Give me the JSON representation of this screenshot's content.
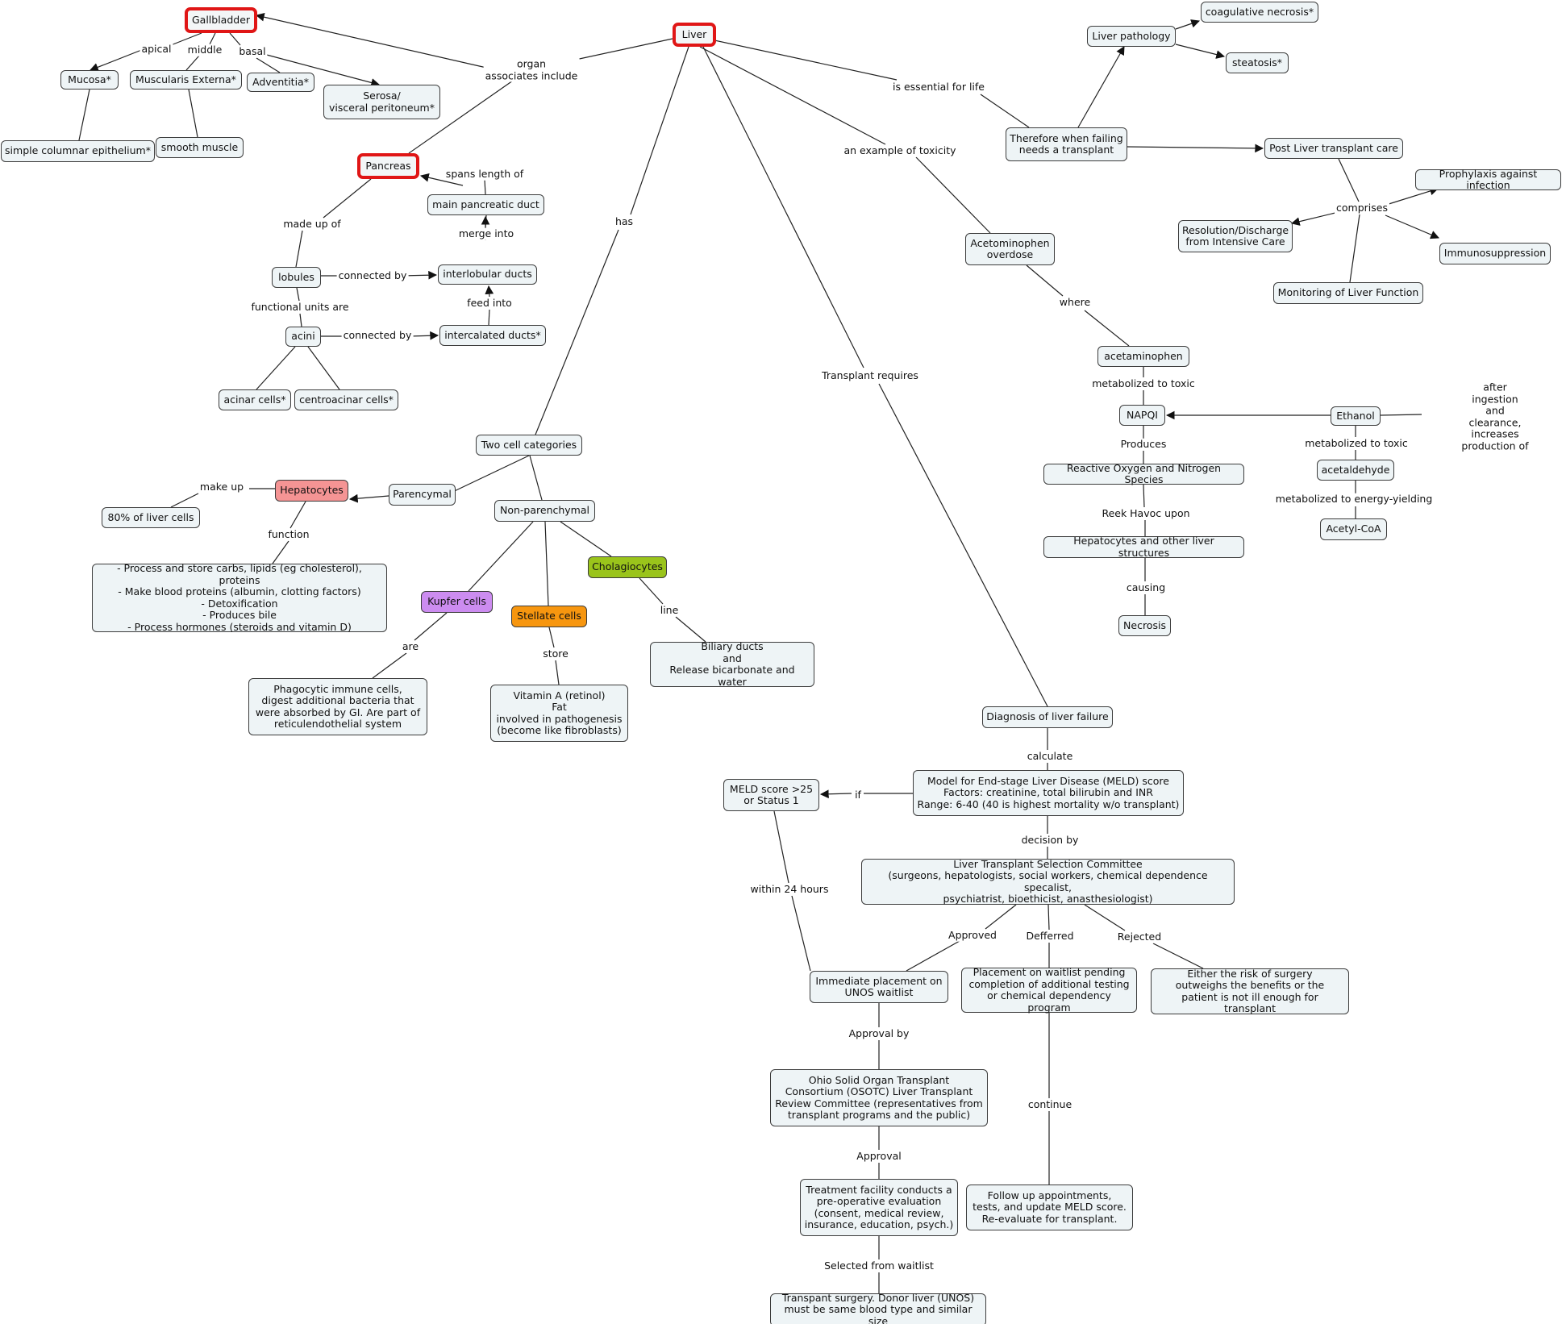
{
  "nodes": {
    "gallbladder": "Gallbladder",
    "liver": "Liver",
    "mucosa": "Mucosa*",
    "muscularis": "Muscularis Externa*",
    "adventitia": "Adventitia*",
    "serosa": "Serosa/\nvisceral peritoneum*",
    "simple_columnar": "simple columnar epithelium*",
    "smooth_muscle": "smooth muscle",
    "pancreas": "Pancreas",
    "main_duct": "main pancreatic duct",
    "lobules": "lobules",
    "interlobular": "interlobular ducts",
    "acini": "acini",
    "intercalated": "intercalated ducts*",
    "acinar": "acinar cells*",
    "centroacinar": "centroacinar cells*",
    "liver_pathology": "Liver pathology",
    "coag_necrosis": "coagulative necrosis*",
    "steatosis": "steatosis*",
    "failing": "Therefore when failing\nneeds a transplant",
    "post_care": "Post Liver transplant care",
    "prophylaxis": "Prophylaxis against infection",
    "resolution": "Resolution/Discharge\nfrom Intensive Care",
    "immunosuppression": "Immunosuppression",
    "monitoring": "Monitoring of Liver Function",
    "acetaminophen_od": "Acetominophen\noverdose",
    "acetaminophen": "acetaminophen",
    "napqi": "NAPQI",
    "ethanol": "Ethanol",
    "ros": "Reactive Oxygen and Nitrogen Species",
    "acetaldehyde": "acetaldehyde",
    "hep_structures": "Hepatocytes and other liver structures",
    "acetyl_coa": "Acetyl-CoA",
    "necrosis": "Necrosis",
    "two_cell": "Two cell categories",
    "hepatocytes": "Hepatocytes",
    "parencymal": "Parencymal",
    "non_parenchymal": "Non-parenchymal",
    "eighty": "80% of liver cells",
    "hep_functions": "- Process and store carbs, lipids (eg cholesterol), proteins\n- Make blood proteins (albumin, clotting factors)\n- Detoxification\n- Produces bile\n- Process hormones (steroids and vitamin D)",
    "cholagiocytes": "Cholagiocytes",
    "kupfer": "Kupfer cells",
    "stellate": "Stellate cells",
    "biliary": "Biliary ducts\nand\nRelease bicarbonate and water",
    "phagocytic": "Phagocytic immune cells,\ndigest additional bacteria that\nwere absorbed by GI. Are part of\nreticulendothelial system",
    "vitamin_a": "Vitamin A (retinol)\nFat\ninvolved in pathogenesis\n(become like fibroblasts)",
    "diagnosis": "Diagnosis of liver failure",
    "meld_model": "Model for End-stage Liver Disease (MELD) score\nFactors: creatinine, total bilirubin and INR\nRange: 6-40 (40 is highest mortality w/o transplant)",
    "meld_25": "MELD score >25\nor Status 1",
    "committee": "Liver Transplant Selection Committee\n(surgeons, hepatologists, social workers, chemical dependence specalist,\npsychiatrist, bioethicist, anasthesiologist)",
    "immediate": "Immediate placement on\nUNOS waitlist",
    "waitlist_pending": "Placement on waitlist pending\ncompletion of additional testing\nor chemical dependency program",
    "risk": "Either the risk of surgery\noutweighs the benefits or the\npatient is not ill enough for transplant",
    "osotc": "Ohio Solid Organ Transplant\nConsortium (OSOTC) Liver Transplant\nReview Committee (representatives from\ntransplant programs and the public)",
    "followup": "Follow up appointments,\ntests, and update MELD score.\nRe-evaluate for transplant.",
    "treatment": "Treatment facility conducts a\npre-operative evaluation\n(consent, medical review,\ninsurance, education, psych.)",
    "surgery": "Transpant surgery. Donor liver (UNOS)\nmust be same blood type and similar size"
  },
  "links": {
    "organ_assoc": "organ\nassociates include",
    "apical": "apical",
    "middle": "middle",
    "basal": "basal",
    "has": "has",
    "toxicity": "an example of toxicity",
    "essential": "is essential for life",
    "transplant_requires": "Transplant requires",
    "spans": "spans length of",
    "made_up_of": "made up of",
    "merge_into": "merge into",
    "connected_by_1": "connected by",
    "feed_into": "feed into",
    "functional_units": "functional units are",
    "connected_by_2": "connected by",
    "comprises": "comprises",
    "where": "where",
    "metabolized_toxic_1": "metabolized to toxic",
    "after_ingestion": "after ingestion and clearance,\nincreases production of",
    "produces": "Produces",
    "metabolized_toxic_2": "metabolized to toxic",
    "reek_havoc": "Reek Havoc upon",
    "metabolized_energy": "metabolized to energy-yielding",
    "causing": "causing",
    "make_up": "make up",
    "function": "function",
    "are": "are",
    "store": "store",
    "line": "line",
    "calculate": "calculate",
    "if": "if",
    "decision_by": "decision by",
    "within_24": "within 24 hours",
    "approved": "Approved",
    "deferred": "Defferred",
    "rejected": "Rejected",
    "approval_by": "Approval by",
    "continue": "continue",
    "approval": "Approval",
    "selected": "Selected from waitlist"
  },
  "colors": {
    "node_fill": "#eef4f6",
    "root_border": "#e01616",
    "hepatocytes": "#f59494",
    "kupfer": "#cc8cf0",
    "stellate": "#f7960f",
    "cholagiocytes": "#9ac41b",
    "line": "#222222"
  }
}
